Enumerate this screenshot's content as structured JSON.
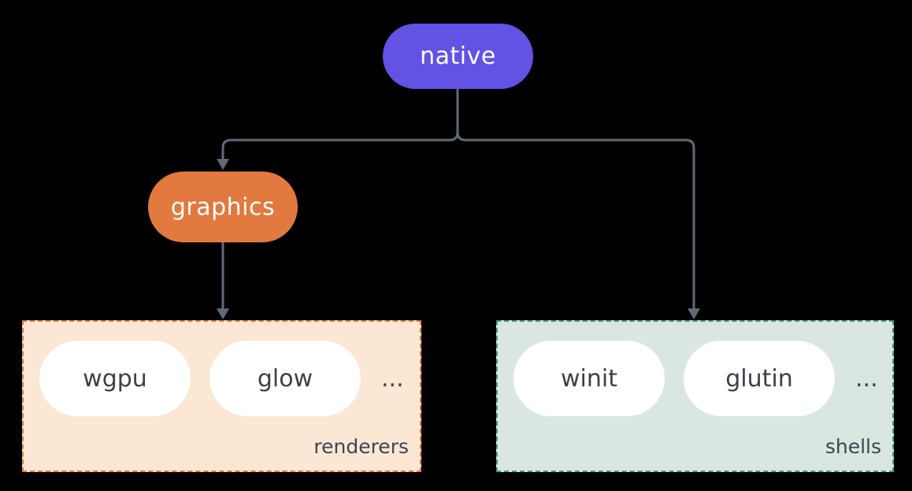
{
  "diagram": {
    "background_color": "#000000",
    "connector_color": "#5f6b7a",
    "nodes": {
      "native": {
        "label": "native",
        "color": "#6253e4"
      },
      "graphics": {
        "label": "graphics",
        "color": "#e2793e"
      }
    },
    "groups": {
      "renderers": {
        "label": "renderers",
        "background": "#fce6d4",
        "border_color": "#e2793e",
        "items": [
          "wgpu",
          "glow"
        ],
        "ellipsis": "..."
      },
      "shells": {
        "label": "shells",
        "background": "#dae7e1",
        "border_color": "#3f9f7f",
        "items": [
          "winit",
          "glutin"
        ],
        "ellipsis": "..."
      }
    }
  }
}
